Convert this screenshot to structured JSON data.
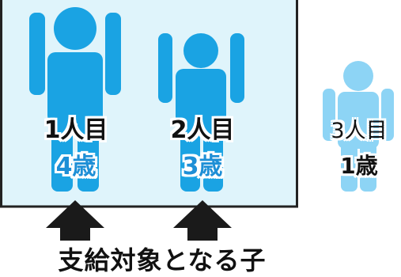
{
  "colors": {
    "box_fill": "#dff4fb",
    "box_border": "#222222",
    "figure_blue": "#1aa3e3",
    "figure_light": "#8dd4f5",
    "age_blue": "#1e8fd6",
    "arrow": "#1a1a1a"
  },
  "children": [
    {
      "ordinal": "1人目",
      "age": "4歳",
      "eligible": true
    },
    {
      "ordinal": "2人目",
      "age": "3歳",
      "eligible": true
    },
    {
      "ordinal": "3人目",
      "age": "1歳",
      "eligible": false
    }
  ],
  "caption": "支給対象となる子"
}
